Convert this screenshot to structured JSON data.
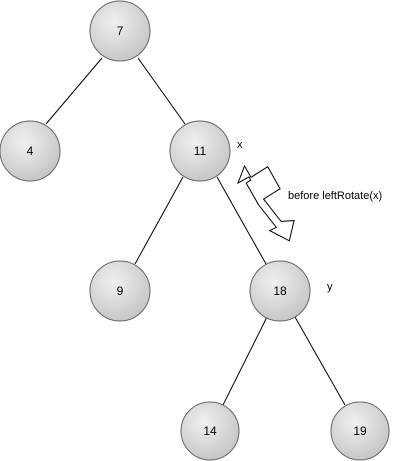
{
  "tree": {
    "nodes": [
      {
        "id": "n7",
        "label": "7"
      },
      {
        "id": "n4",
        "label": "4"
      },
      {
        "id": "n11",
        "label": "11"
      },
      {
        "id": "n9",
        "label": "9"
      },
      {
        "id": "n18",
        "label": "18"
      },
      {
        "id": "n14",
        "label": "14"
      },
      {
        "id": "n19",
        "label": "19"
      }
    ],
    "edges": [
      {
        "from": "n7",
        "to": "n4"
      },
      {
        "from": "n7",
        "to": "n11"
      },
      {
        "from": "n11",
        "to": "n9"
      },
      {
        "from": "n11",
        "to": "n18"
      },
      {
        "from": "n18",
        "to": "n14"
      },
      {
        "from": "n18",
        "to": "n19"
      }
    ]
  },
  "annotations": {
    "x_label": "x",
    "y_label": "y",
    "rotation_caption": "before leftRotate(x)"
  },
  "colors": {
    "node_fill_light": "#ebebeb",
    "node_fill_dark": "#c8c8c8",
    "node_stroke": "#666666",
    "edge_stroke": "#000000"
  }
}
